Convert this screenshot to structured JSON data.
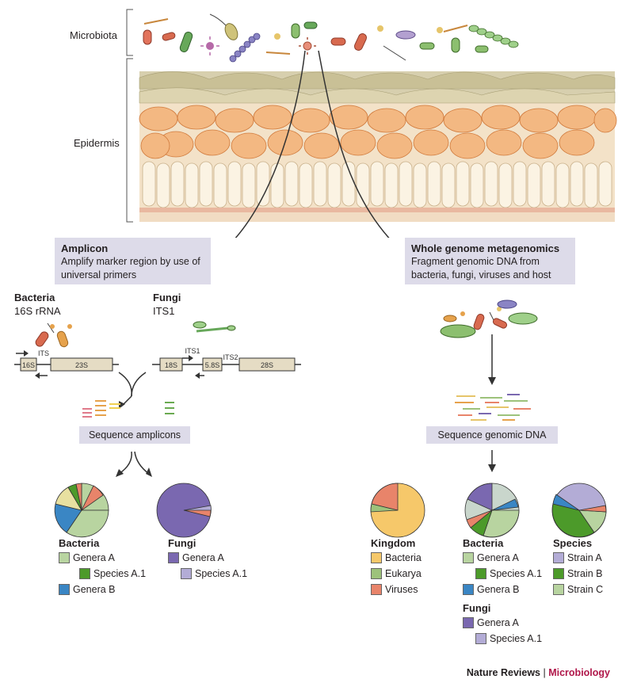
{
  "labels": {
    "microbiota": "Microbiota",
    "epidermis": "Epidermis"
  },
  "amplicon": {
    "title": "Amplicon",
    "desc": "Amplify marker region by use of universal primers"
  },
  "wgm": {
    "title": "Whole genome metagenomics",
    "desc": "Fragment genomic DNA from bacteria, fungi, viruses and host"
  },
  "bacteria_marker": {
    "title": "Bacteria",
    "sub": "16S rRNA"
  },
  "fungi_marker": {
    "title": "Fungi",
    "sub": "ITS1"
  },
  "operon_labels": {
    "s16": "16S",
    "its": "ITS",
    "s23": "23S",
    "s18": "18S",
    "its1": "ITS1",
    "s58": "5.8S",
    "its2": "ITS2",
    "s28": "28S"
  },
  "seq_amplicons": "Sequence amplicons",
  "seq_genomic": "Sequence genomic DNA",
  "colors": {
    "genera_a": "#b8d4a0",
    "species_a1": "#4c9a2a",
    "genera_b": "#3a86c4",
    "fungi_genera_a": "#7a68b0",
    "fungi_species_a1": "#b3acd6",
    "bacteria_kingdom": "#f6c86a",
    "eukarya": "#9dc27b",
    "viruses": "#e8846a",
    "box": "#dddbe9",
    "brand": "#b0174a"
  },
  "legends": {
    "amp_bacteria": {
      "title": "Bacteria",
      "items": [
        "Genera A",
        "Species A.1",
        "Genera B"
      ]
    },
    "amp_fungi": {
      "title": "Fungi",
      "items": [
        "Genera A",
        "Species A.1"
      ]
    },
    "kingdom": {
      "title": "Kingdom",
      "items": [
        "Bacteria",
        "Eukarya",
        "Viruses"
      ]
    },
    "wgm_bacteria": {
      "title": "Bacteria",
      "items": [
        "Genera A",
        "Species A.1",
        "Genera B"
      ]
    },
    "wgm_fungi": {
      "title": "Fungi",
      "items": [
        "Genera A",
        "Species A.1"
      ]
    },
    "species": {
      "title": "Species",
      "items": [
        "Strain A",
        "Strain B",
        "Strain C"
      ]
    }
  },
  "footer": {
    "journal": "Nature Reviews",
    "sep": " | ",
    "section": "Microbiology"
  }
}
